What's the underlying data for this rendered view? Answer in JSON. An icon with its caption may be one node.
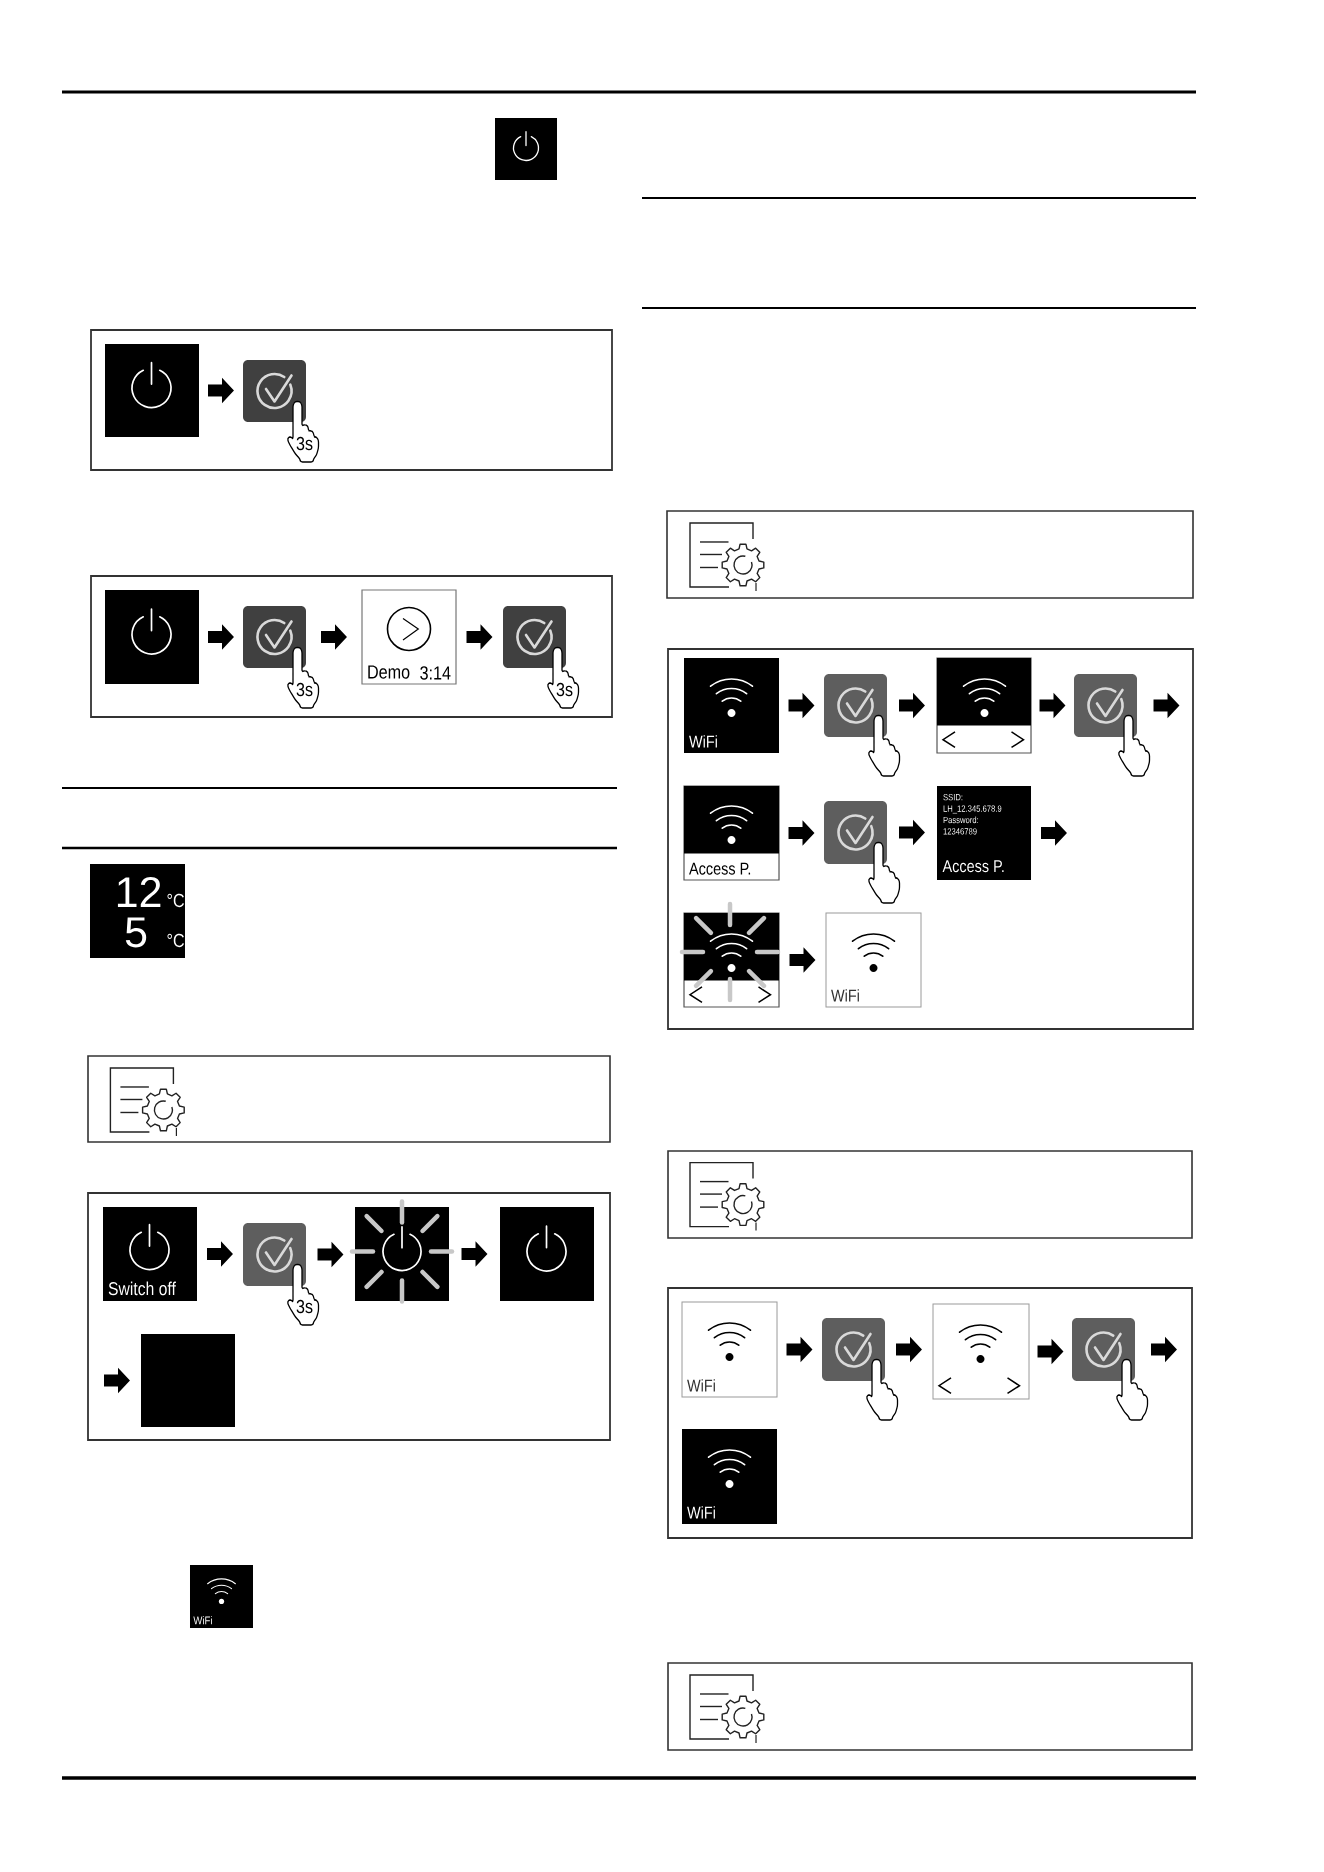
{
  "diagram": {
    "nodes": [
      {
        "text": [],
        "shape": "box"
      },
      {
        "text": [],
        "shape": "box",
        "in": 0
      },
      {
        "text": [
          "3s"
        ],
        "in": 0
      },
      {
        "text": [],
        "shape": "box"
      },
      {
        "text": [],
        "shape": "box",
        "in": 3
      },
      {
        "text": [
          "3s"
        ],
        "in": 3
      },
      {
        "text": [
          "Demo",
          "3:14"
        ],
        "in": 3
      },
      {
        "text": [
          "3s"
        ],
        "in": 3
      },
      {
        "text": [
          "12",
          "°C",
          "5",
          "°C"
        ]
      },
      {
        "text": [],
        "shape": "box"
      },
      {
        "text": [
          "Switch off"
        ],
        "in": 9
      },
      {
        "text": [
          "3s"
        ],
        "in": 9
      },
      {
        "text": [],
        "shape": "box",
        "in": 9
      },
      {
        "text": [],
        "shape": "box",
        "in": 9
      },
      {
        "text": [],
        "shape": "box",
        "in": 9
      },
      {
        "text": [
          "WiFi"
        ]
      },
      {
        "text": [],
        "shape": "box"
      },
      {
        "text": [
          "WiFi"
        ],
        "in": 16
      },
      {
        "text": [],
        "shape": "box",
        "in": 16
      },
      {
        "text": [],
        "shape": "box",
        "in": 16
      },
      {
        "text": [],
        "shape": "box",
        "in": 16
      },
      {
        "text": [
          "Access P."
        ],
        "in": 16
      },
      {
        "text": [],
        "shape": "box",
        "in": 16
      },
      {
        "text": [
          "SSID: LH_12.345.678.9 Password: 12346789",
          "Access P."
        ],
        "in": 16
      },
      {
        "text": [],
        "shape": "box",
        "in": 16
      },
      {
        "text": [
          "WiFi"
        ],
        "in": 16
      },
      {
        "text": [],
        "shape": "box"
      },
      {
        "text": [
          "WiFi"
        ],
        "in": 26
      },
      {
        "text": [],
        "shape": "box",
        "in": 26
      },
      {
        "text": [],
        "shape": "box",
        "in": 26
      },
      {
        "text": [],
        "shape": "box",
        "in": 26
      },
      {
        "text": [
          "WiFi"
        ],
        "in": 26
      }
    ],
    "edges": [
      {
        "from": 1,
        "to": 2,
        "arrow": "to"
      },
      {
        "from": 4,
        "to": 5,
        "arrow": "to"
      },
      {
        "from": 5,
        "to": 6,
        "arrow": "to"
      },
      {
        "from": 6,
        "to": 7,
        "arrow": "to"
      },
      {
        "from": 10,
        "to": 11,
        "arrow": "to"
      },
      {
        "from": 11,
        "to": 12,
        "arrow": "to"
      },
      {
        "from": 12,
        "to": 13,
        "arrow": "to"
      },
      {
        "from": null,
        "to": 14,
        "arrow": "to"
      },
      {
        "from": 17,
        "to": 18,
        "arrow": "to"
      },
      {
        "from": 18,
        "to": 19,
        "arrow": "to"
      },
      {
        "from": 19,
        "to": 20,
        "arrow": "to"
      },
      {
        "from": 20,
        "to": null,
        "arrow": "to"
      },
      {
        "from": 21,
        "to": 22,
        "arrow": "to"
      },
      {
        "from": 22,
        "to": 23,
        "arrow": "to"
      },
      {
        "from": 23,
        "to": null,
        "arrow": "to"
      },
      {
        "from": 24,
        "to": 25,
        "arrow": "to"
      },
      {
        "from": 27,
        "to": 28,
        "arrow": "to"
      },
      {
        "from": 28,
        "to": 29,
        "arrow": "to"
      },
      {
        "from": 29,
        "to": 30,
        "arrow": "to"
      },
      {
        "from": 30,
        "to": null,
        "arrow": "to"
      }
    ]
  }
}
